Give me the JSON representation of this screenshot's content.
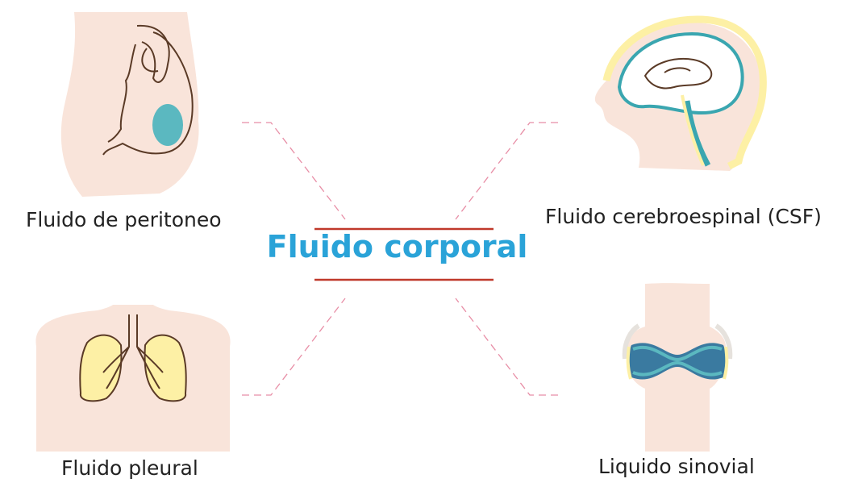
{
  "title": "Fluido corporal",
  "items": [
    {
      "label": "Fluido de peritoneo",
      "icon": "abdomen-icon"
    },
    {
      "label": "Fluido cerebroespinal (CSF)",
      "icon": "head-brain-icon"
    },
    {
      "label": "Fluido pleural",
      "icon": "chest-lungs-icon"
    },
    {
      "label": "Liquido sinovial",
      "icon": "knee-joint-icon"
    }
  ],
  "colors": {
    "title": "#2aa3d8",
    "underline": "#c0392b",
    "connector": "#e88ea6",
    "skin": "#f9e4da",
    "outline": "#5a3a26",
    "fluid": "#5bb8c0",
    "yellow": "#fdf0a5"
  }
}
